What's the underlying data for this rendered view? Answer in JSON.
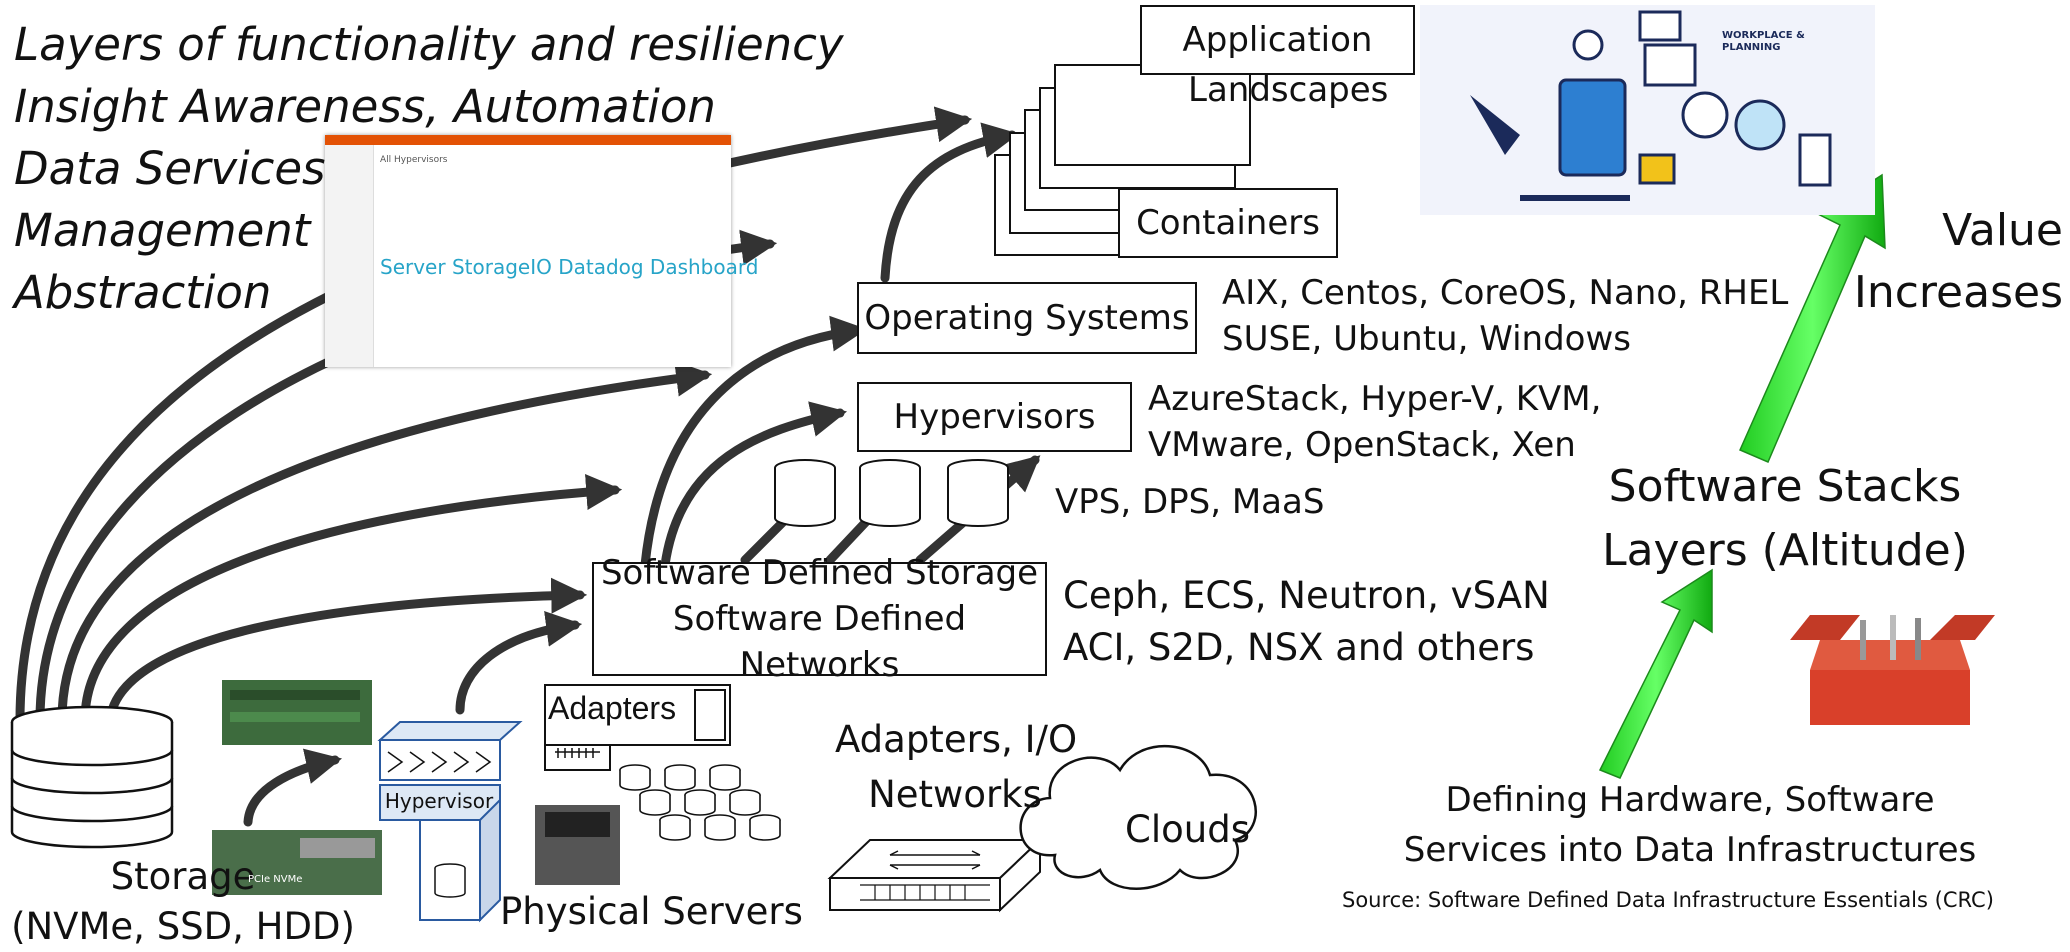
{
  "layers": [
    "Layers of functionality and resiliency",
    "Insight Awareness, Automation",
    "Data Services",
    "Management",
    "Abstraction"
  ],
  "dashboard": {
    "title": "Server StorageIO Datadog Dashboard",
    "subtitle": "All Hypervisors"
  },
  "stack": {
    "application": "Application",
    "landscapes": "Landscapes",
    "containers": "Containers"
  },
  "os": {
    "label": "Operating Systems",
    "examples": [
      "AIX, Centos, CoreOS, Nano, RHEL",
      "SUSE, Ubuntu, Windows"
    ]
  },
  "hypervisors": {
    "label": "Hypervisors",
    "examples": [
      "AzureStack, Hyper-V, KVM,",
      "VMware, OpenStack, Xen"
    ]
  },
  "services": "VPS, DPS, MaaS",
  "sds": {
    "labels": [
      "Software Defined Storage",
      "Software Defined Networks"
    ],
    "examples": [
      "Ceph, ECS, Neutron, vSAN",
      "ACI, S2D, NSX and others"
    ]
  },
  "storage": [
    "Storage",
    "(NVMe, SSD, HDD)"
  ],
  "hypervisor_tag": "Hypervisor",
  "adapters_tag": "Adapters",
  "pcie_tag": "PCIe NVMe",
  "physical_servers": "Physical Servers",
  "adapters_io": [
    "Adapters, I/O",
    "Networks"
  ],
  "clouds": "Clouds",
  "value": [
    "Value",
    "Increases"
  ],
  "software_stacks": [
    "Software Stacks",
    "Layers (Altitude)"
  ],
  "defining": [
    "Defining Hardware, Software",
    "Services into Data Infrastructures"
  ],
  "source": "Source: Software Defined Data Infrastructure Essentials (CRC)",
  "workplace": [
    "WORKPLACE &",
    "PLANNING"
  ],
  "colors": {
    "arrow_green": "#33dd33",
    "arrow_dark": "#333333",
    "dashboard_accent": "#e35205",
    "toolbox": "#d9402a"
  }
}
